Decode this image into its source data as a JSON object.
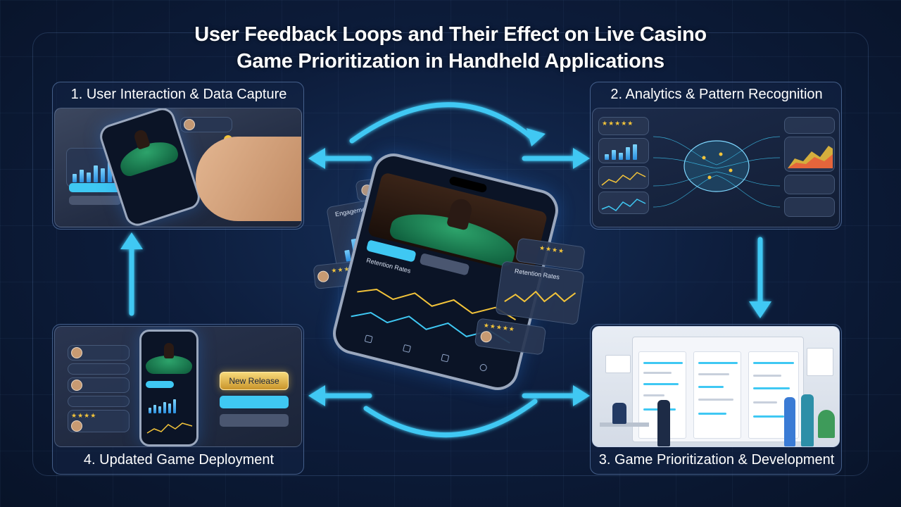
{
  "title_line1": "User Feedback Loops and Their Effect on Live Casino",
  "title_line2": "Game Prioritization in Handheld Applications",
  "steps": [
    {
      "label": "1. User Interaction & Data Capture"
    },
    {
      "label": "2. Analytics & Pattern Recognition"
    },
    {
      "label": "3. Game Prioritization & Development"
    },
    {
      "label": "4. Updated Game Deployment"
    }
  ],
  "center": {
    "engagement_label": "Engagement Metrics",
    "retention_label": "Retention Rates"
  },
  "step4": {
    "new_release": "New Release"
  },
  "colors": {
    "arrow": "#3fc8f3",
    "accent_gold": "#f3c43a",
    "background": "#0d1d3c"
  }
}
